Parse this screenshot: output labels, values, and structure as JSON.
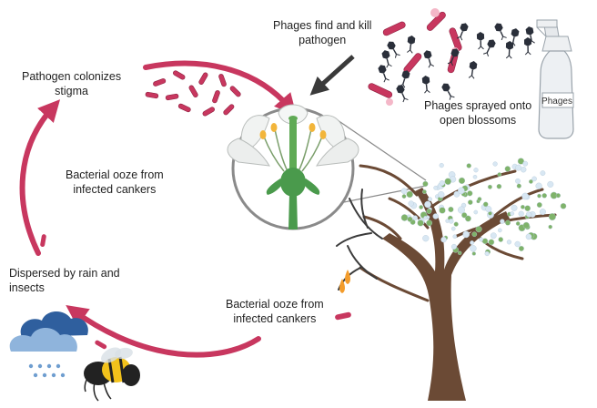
{
  "labels": {
    "phages_kill": [
      "Phages find and kill",
      "pathogen"
    ],
    "pathogen_colonizes": [
      "Pathogen colonizes",
      "stigma"
    ],
    "phages_sprayed": [
      "Phages sprayed onto",
      "open blossoms"
    ],
    "ooze_left": [
      "Bacterial ooze from",
      "infected cankers"
    ],
    "dispersed": [
      "Dispersed by rain and",
      "insects"
    ],
    "ooze_tree": [
      "Bacterial ooze from",
      "infected cankers"
    ]
  },
  "bottle_label": "Phages",
  "icons": [
    "flower-icon",
    "spray-bottle-icon",
    "tree-icon",
    "rain-cloud-icon",
    "bee-icon",
    "bacteria-icon",
    "phage-icon"
  ],
  "colors": {
    "cycle_arrow": "#c8375f",
    "bacteria": "#c8375f",
    "callout_arrow": "#3a3a3a",
    "flower_green": "#4a9a4c",
    "trunk": "#6b4a35"
  }
}
